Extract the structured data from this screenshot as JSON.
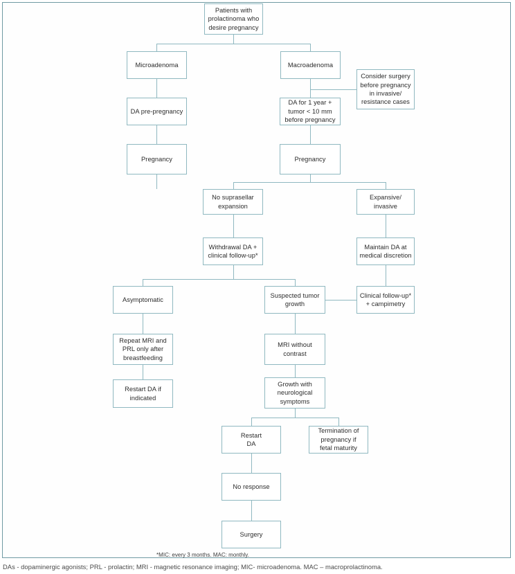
{
  "figure": {
    "type": "flowchart",
    "title_present": false,
    "background_color": "#ffffff",
    "border_color": "#6f9aa3",
    "node_border_color": "#8fb8c0",
    "edge_color": "#8fb8c0",
    "text_color": "#2b2b2b"
  },
  "nodes": {
    "patients": "Patients with\nprolactinoma who\ndesire pregnancy",
    "microadenoma": "Microadenoma",
    "macroadenoma": "Macroadenoma",
    "consider_surgery": "Consider surgery\nbefore pregnancy\nin invasive/\nresistance cases",
    "da_pre_pregnancy": "DA pre-pregnancy",
    "da_one_year": "DA for 1 year +\ntumor < 10 mm\nbefore pregnancy",
    "pregnancy_left": "Pregnancy",
    "pregnancy_right": "Pregnancy",
    "no_suprasellar": "No suprasellar\nexpansion",
    "expansive_invasive": "Expansive/\ninvasive",
    "withdrawal_da": "Withdrawal DA +\nclinical follow-up*",
    "maintain_da": "Maintain DA at\nmedical discretion",
    "asymptomatic": "Asymptomatic",
    "suspected_growth": "Suspected tumor\ngrowth",
    "clinical_followup": "Clinical follow-up*\n+ campimetry",
    "repeat_mri": "Repeat MRI and\nPRL only after\nbreastfeeding",
    "mri_without_contrast": "MRI without\ncontrast",
    "restart_da_if_indicated": "Restart DA if\nindicated",
    "growth_neuro": "Growth with\nneurological\nsymptoms",
    "restart_da": "Restart\nDA",
    "termination": "Termination of\npregnancy if\nfetal maturity",
    "no_response": "No response",
    "surgery": "Surgery"
  },
  "footnote": "*MIC: every 3 months. MAC: monthly.",
  "legend": "DAs - dopaminergic agonists; PRL - prolactin; MRI - magnetic resonance imaging; MIC- microadenoma. MAC – macroprolactinoma."
}
